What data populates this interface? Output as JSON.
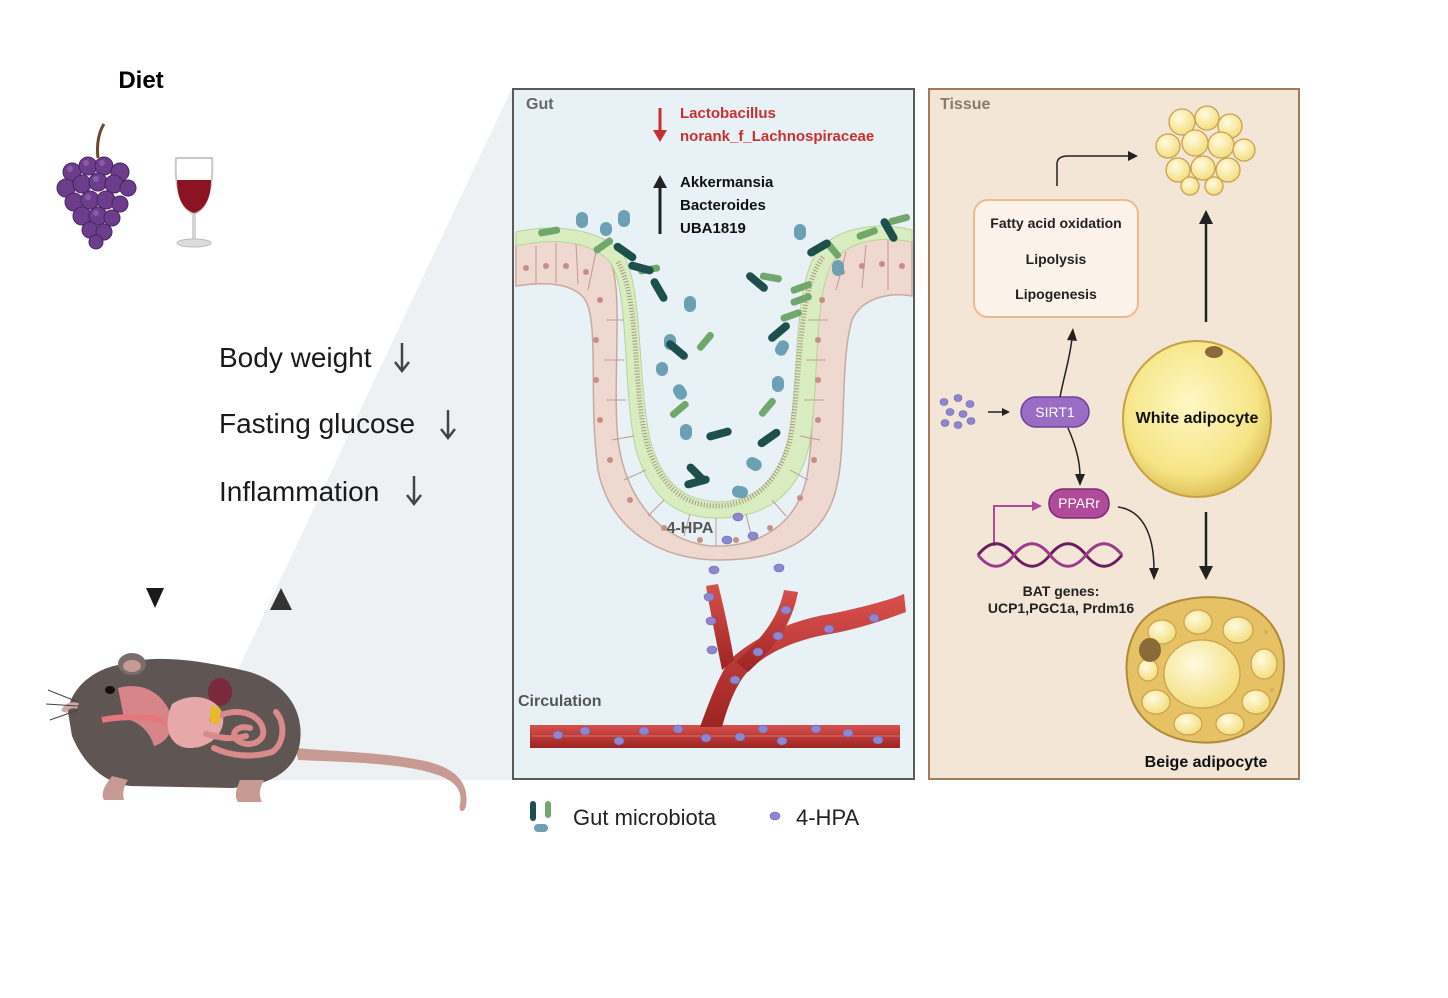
{
  "diet": {
    "title": "Diet"
  },
  "effects": [
    {
      "label": "Body weight"
    },
    {
      "label": "Fasting glucose"
    },
    {
      "label": "Inflammation"
    }
  ],
  "gut": {
    "title": "Gut",
    "decreased": [
      "Lactobacillus",
      "norank_f_Lachnospiraceae"
    ],
    "increased": [
      "Akkermansia",
      "Bacteroides",
      "UBA1819"
    ],
    "metabolite": "4-HPA",
    "circulation": "Circulation"
  },
  "tissue": {
    "title": "Tissue",
    "processes": [
      "Fatty acid oxidation",
      "Lipolysis",
      "Lipogenesis"
    ],
    "sirt1": "SIRT1",
    "ppar": "PPARr",
    "bat_genes_title": "BAT genes:",
    "bat_genes_list": "UCP1,PGC1a, Prdm16",
    "white": "White adipocyte",
    "beige": "Beige adipocyte"
  },
  "legend": {
    "microbiota": "Gut microbiota",
    "hpa": "4-HPA"
  },
  "colors": {
    "down_red": "#c8302e",
    "sirt1": "#9a6cc4",
    "ppar": "#b04a9a",
    "gut_bg": "#e8f2f6",
    "tissue_bg": "#f3e6d6",
    "vessel": "#b5302e",
    "hpa_dot": "#8f86d0"
  }
}
